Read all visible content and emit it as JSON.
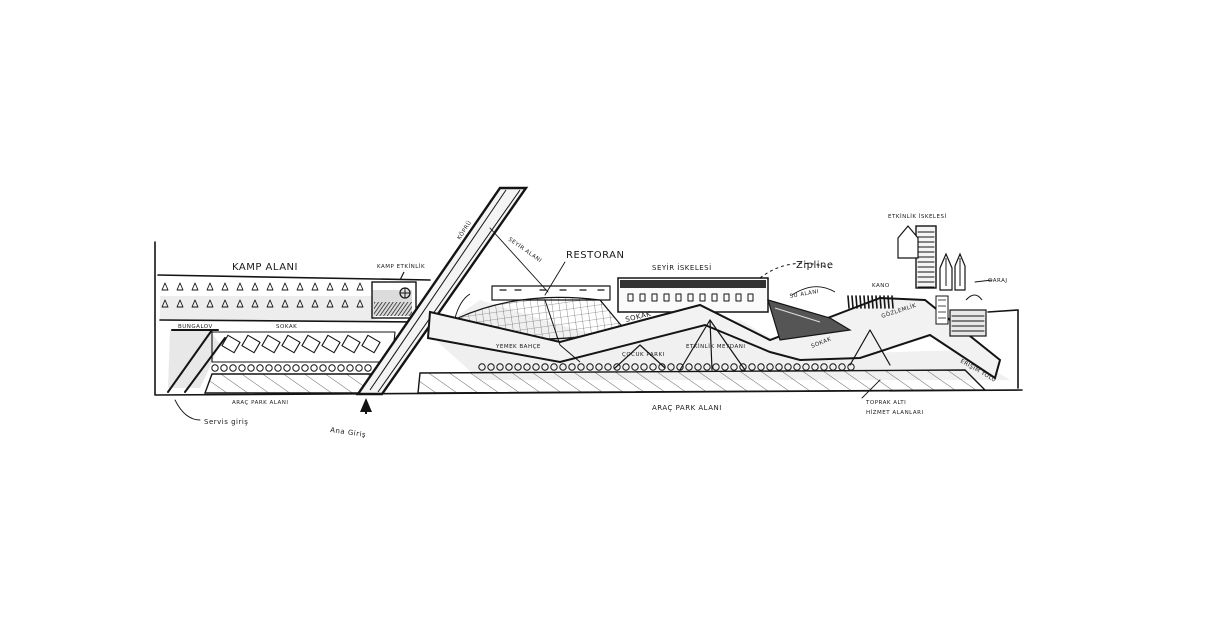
{
  "labels": {
    "kamp_alani": "KAMP ALANI",
    "kamp_etkinlik": "KAMP ETKİNLİK",
    "kopru": "KÖPRÜ",
    "seyir_alani": "SEYİR ALANI",
    "restoran": "RESTORAN",
    "seyir_iskelesi": "SEYİR İSKELESİ",
    "zipline": "Zipline",
    "su_alani": "SU ALANI",
    "kano": "KANO",
    "etkinlik_iskelesi": "ETKİNLİK İSKELESİ",
    "garaj": "GARAJ",
    "sokak_camp": "SOKAK",
    "bungalov": "BUNGALOV",
    "sokak_center": "SOKAK",
    "sokak_right": "SOKAK",
    "yemek_bahce": "YEMEK BAHÇE",
    "cocuk_parki": "ÇOCUK PARKI",
    "etkinlik_meydani": "ETKİNLİK MEYDANI",
    "gozlemlik": "GÖZLEMLİK",
    "erisim_yolu": "ERİŞİM YOLU",
    "arac_park_left": "ARAÇ PARK ALANI",
    "arac_park_right": "ARAÇ PARK ALANI",
    "servis_giris": "Servis giriş",
    "ana_giris": "Ana Giriş",
    "toprak_alti": "TOPRAK ALTI",
    "hizmet_alanlari": "HİZMET ALANLARI"
  }
}
